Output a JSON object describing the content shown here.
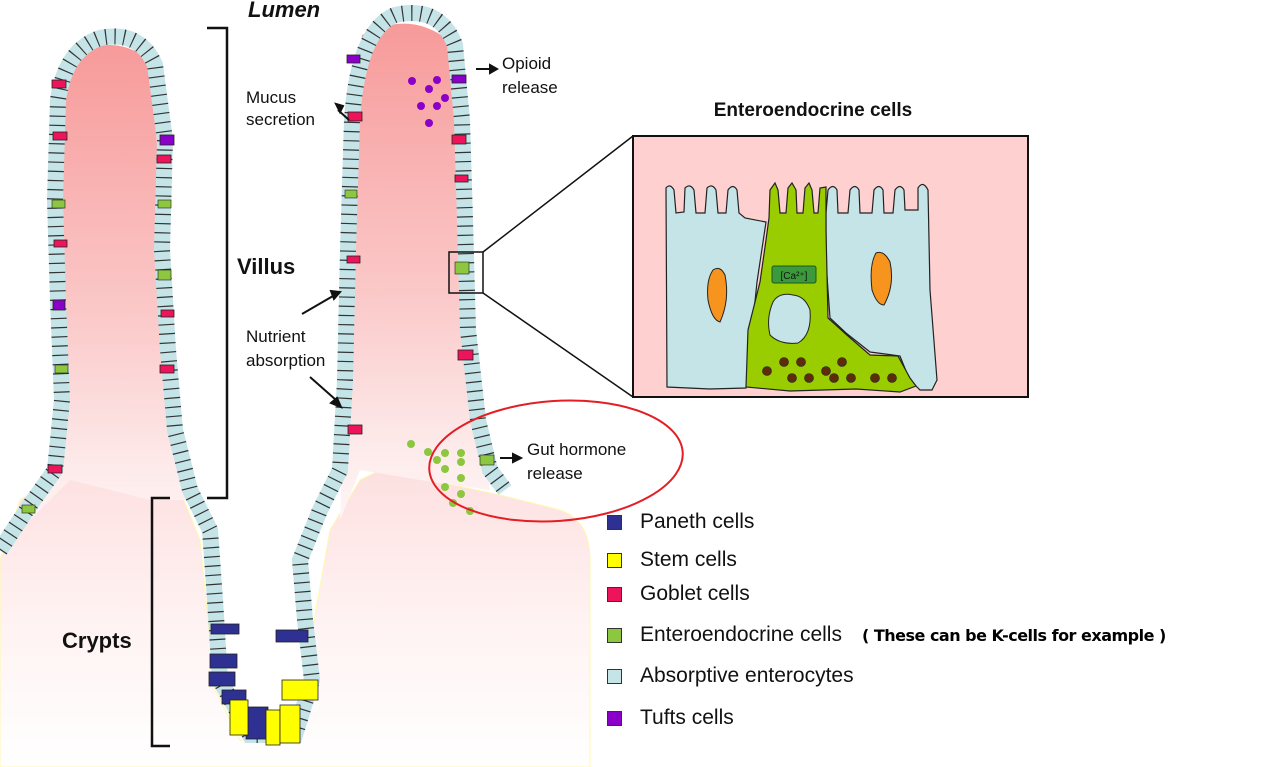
{
  "labels": {
    "lumen": "Lumen",
    "villus": "Villus",
    "crypts": "Crypts",
    "mucus_line1": "Mucus",
    "mucus_line2": "secretion",
    "opioid_line1": "Opioid",
    "opioid_line2": "release",
    "nutrient_line1": "Nutrient",
    "nutrient_line2": "absorption",
    "gut_line1": "Gut hormone",
    "gut_line2": "release"
  },
  "inset": {
    "title": "Enteroendocrine cells",
    "calcium_label": "[Ca²⁺]"
  },
  "legend": [
    {
      "label": "Paneth cells",
      "color": "#2e3192"
    },
    {
      "label": "Stem cells",
      "color": "#ffff00"
    },
    {
      "label": "Goblet cells",
      "color": "#ed145b"
    },
    {
      "label": "Enteroendocrine cells",
      "color": "#8dc63f",
      "note": "( These can be K-cells for example )"
    },
    {
      "label": "Absorptive enterocytes",
      "color": "#c4e4e8"
    },
    {
      "label": "Tufts cells",
      "color": "#8b00c9"
    }
  ],
  "colors": {
    "lamina": "#f7a0a0",
    "enterocyte": "#c4e4e8",
    "goblet": "#ed145b",
    "tuft": "#8b00c9",
    "enteroendocrine": "#8dc63f",
    "paneth": "#2e3192",
    "stem": "#ffff00",
    "highlight_ellipse": "#e31e24",
    "inset_bg": "#ffd0d0",
    "nucleus": "#f7941d",
    "granule": "#5c2c0c"
  }
}
